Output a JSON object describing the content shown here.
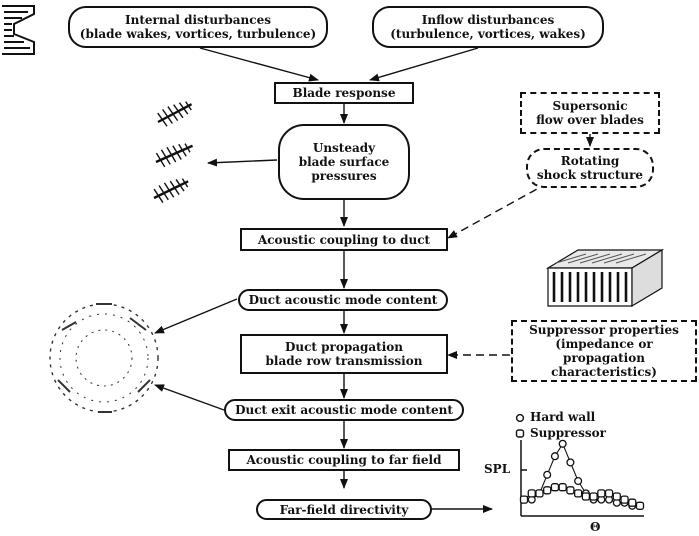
{
  "nodes": {
    "internal": [
      "Internal disturbances",
      "(blade wakes, vortices, turbulence)"
    ],
    "inflow": [
      "Inflow disturbances",
      "(turbulence, vortices, wakes)"
    ],
    "blade_response": "Blade response",
    "supersonic": [
      "Supersonic",
      "flow over blades"
    ],
    "unsteady": [
      "Unsteady",
      "blade surface",
      "pressures"
    ],
    "rotating": [
      "Rotating",
      "shock structure"
    ],
    "coupling_duct": "Acoustic coupling to duct",
    "duct_mode": "Duct acoustic mode content",
    "duct_prop": [
      "Duct propagation",
      "blade row transmission"
    ],
    "suppressor": [
      "Suppressor properties",
      "(impedance or propagation",
      "characteristics)"
    ],
    "exit_mode": "Duct exit acoustic mode content",
    "coupling_far": "Acoustic coupling to far field",
    "far_field": "Far-field directivity"
  },
  "legend": {
    "hard": "Hard wall",
    "supp": "Suppressor"
  },
  "axes": {
    "y": "SPL",
    "x": "Θ"
  },
  "chart_data": {
    "type": "scatter",
    "title": "",
    "xlabel": "Θ",
    "ylabel": "SPL",
    "series": [
      {
        "name": "Hard wall",
        "x": [
          0,
          1,
          2,
          3,
          4,
          5,
          6,
          7,
          8,
          9,
          10,
          11,
          12,
          13,
          14,
          15
        ],
        "y": [
          2,
          2,
          3,
          6,
          9,
          11,
          8,
          5,
          3,
          2,
          2,
          2,
          1.5,
          1.5,
          1,
          1
        ]
      },
      {
        "name": "Suppressor",
        "x": [
          0,
          1,
          2,
          3,
          4,
          5,
          6,
          7,
          8,
          9,
          10,
          11,
          12,
          13,
          14,
          15
        ],
        "y": [
          2,
          3,
          3,
          3.5,
          4,
          4,
          3.5,
          3,
          2.5,
          2.5,
          3,
          3,
          2.5,
          2,
          1.5,
          1
        ]
      }
    ]
  }
}
